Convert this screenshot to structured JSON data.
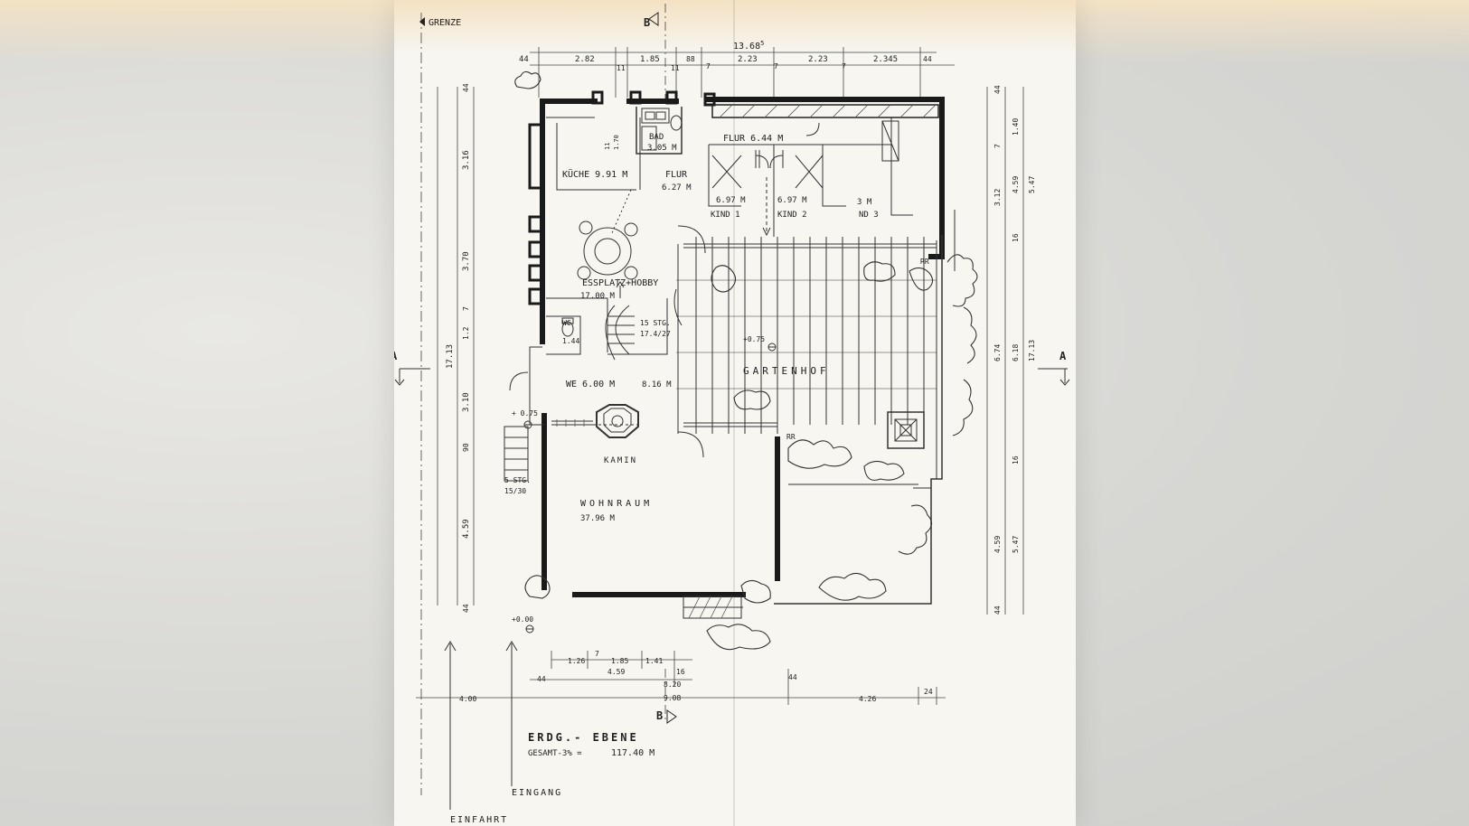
{
  "top": {
    "grenze": "GRENZE",
    "section_b": "B",
    "overall": "13.68",
    "overall_sup": "5",
    "segments": [
      "44",
      "2.82",
      "11",
      "1.85",
      "11",
      "88",
      "7",
      "2.23",
      "7",
      "2.23",
      "7",
      "2.345",
      "44"
    ]
  },
  "left_dims": [
    "44",
    "3.16",
    "3.70",
    "7",
    "1.2",
    "17.13",
    "3.10",
    "90",
    "4.59",
    "44"
  ],
  "right_dims": [
    "44",
    "1.40",
    "7",
    "3.12",
    "4.59",
    "5.47",
    "16",
    "6.74",
    "6.18",
    "17.13",
    "16",
    "4.59",
    "5.47",
    "44"
  ],
  "rooms": {
    "bad": "BAD",
    "bad_area": "3.05 M",
    "kueche": "KÜCHE 9.91 M",
    "flur1": "FLUR",
    "flur1_area": "6.27 M",
    "flur2": "FLUR 6.44 M",
    "kind1": "KIND 1",
    "kind1_area": "6.97 M",
    "kind2": "KIND 2",
    "kind2_area": "6.97 M",
    "kind3": "ND 3",
    "kind3_area": "3 M",
    "ess": "ESSPLATZ+HOBBY",
    "ess_area": "17.00 M",
    "stg1": "15 STG.",
    "stg1_b": "17.4/27",
    "wc": "WC",
    "wc_area": "1.44",
    "we": "WE 6.00 M",
    "area816": "8.16 M",
    "garten": "GARTENHOF",
    "lvl075a": "+0.75",
    "lvl075b": "+ 0.75",
    "kamin": "KAMIN",
    "stg2": "5 STG.",
    "stg2_b": "15/30",
    "wohn": "WOHNRAUM",
    "wohn_area": "37.96 M",
    "lvl000": "+0.00",
    "rr1": "RR",
    "rr2": "RR",
    "bad_dim1": "1.70",
    "bad_dim2": "11"
  },
  "sections": {
    "a_left": "A",
    "a_right": "A",
    "b_bottom": "B"
  },
  "bottom_dims": [
    "1.26",
    "7",
    "1.85",
    "1.41",
    "4.59",
    "16",
    "44",
    "8.20",
    "9.08",
    "44",
    "4.00",
    "4.26",
    "24"
  ],
  "title": {
    "name": "ERDG.- EBENE",
    "gesamt": "GESAMT-3% =",
    "total": "117.40 M"
  },
  "labels": {
    "eingang": "EINGANG",
    "einfahrt": "EINFAHRT"
  }
}
